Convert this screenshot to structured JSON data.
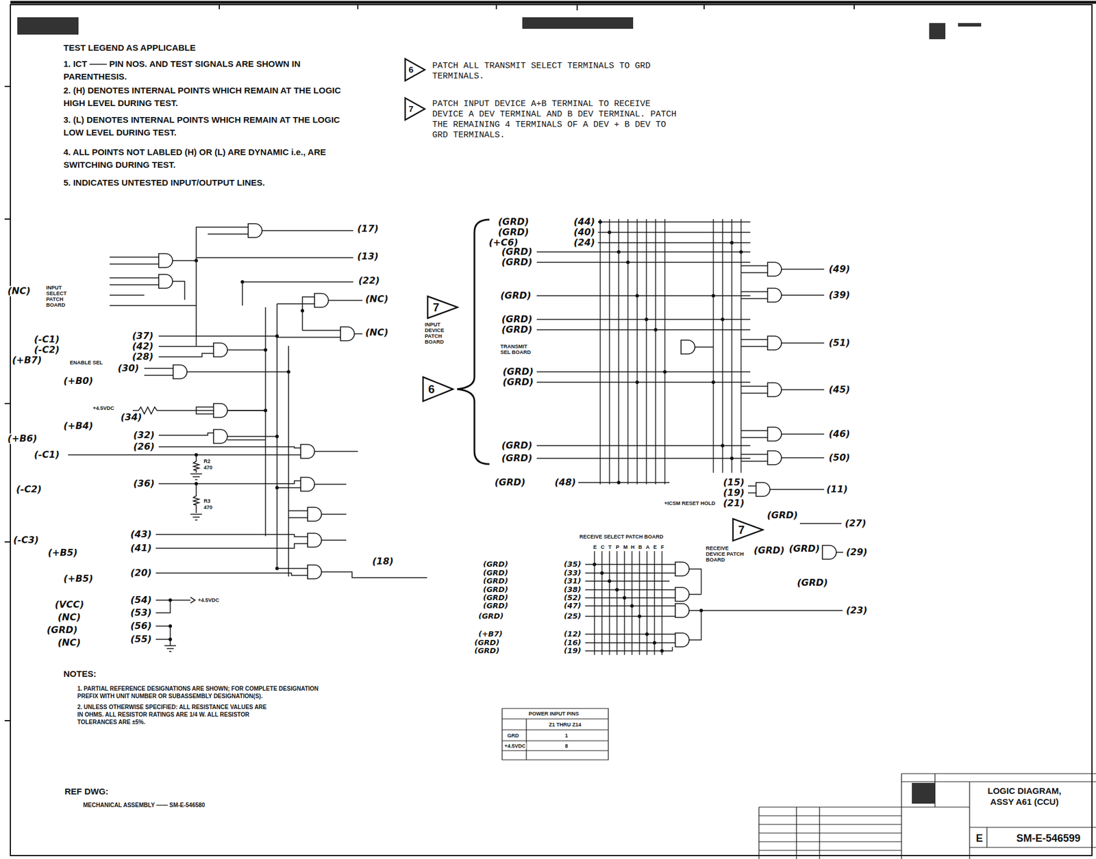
{
  "diagram": {
    "title": "LOGIC DIAGRAM, ASSY A61 (CCU)",
    "nodes": [
      {
        "text": [
          "6"
        ]
      },
      {
        "text": [
          "7"
        ]
      },
      {
        "text": [
          "7"
        ]
      },
      {
        "text": [
          "6"
        ]
      },
      {
        "text": [
          "7"
        ]
      }
    ],
    "labels": [
      "TEST LEGEND AS APPLICABLE",
      "1. ICT —— PIN NOS. AND TEST SIGNALS ARE SHOWN IN PARENTHESIS.",
      "2. (H) DENOTES INTERNAL POINTS WHICH REMAIN AT THE LOGIC HIGH LEVEL DURING TEST.",
      "3. (L) DENOTES INTERNAL POINTS WHICH REMAIN AT THE LOGIC LOW LEVEL DURING TEST.",
      "4. ALL POINTS NOT LABLED (H) OR (L) ARE DYNAMIC i.e., ARE SWITCHING DURING TEST.",
      "5. INDICATES UNTESTED INPUT/OUTPUT LINES.",
      "PATCH ALL TRANSMIT SELECT TERMINALS TO GRD TERMINALS.",
      "PATCH INPUT DEVICE A+B TERMINAL TO RECEIVE DEVICE A DEV TERMINAL AND B DEV TERMINAL. PATCH THE REMAINING 4 TERMINALS OF A DEV + B DEV TO GRD TERMINALS.",
      "(17)",
      "(13)",
      "(22)",
      "(NC)",
      "(NC)",
      "(NC)",
      "INPUT SELECT PATCH BOARD",
      "(-C1)",
      "(-C2)",
      "(+B7)",
      "(37)",
      "(42)",
      "(28)",
      "ENABLE SEL",
      "(30)",
      "(+B0)",
      "+4.5VDC",
      "(34)",
      "(+B4)",
      "(32)",
      "(+B6)",
      "(26)",
      "(-C1)",
      "(36)",
      "(-C2)",
      "(43)",
      "(-C3)",
      "(41)",
      "(+B5)",
      "(18)",
      "(20)",
      "(+B5)",
      "(54)",
      "(VCC)",
      "+4.5VDC",
      "(53)",
      "(NC)",
      "(56)",
      "(GRD)",
      "(55)",
      "(NC)",
      "R2",
      "470",
      "R3",
      "470",
      "INPUT DEVICE PATCH BOARD",
      "(GRD)",
      "(44)",
      "(GRD)",
      "(40)",
      "(+C6)",
      "(24)",
      "(GRD)",
      "(GRD)",
      "(GRD)",
      "(GRD)",
      "(GRD)",
      "TRANSMIT SEL BOARD",
      "(GRD)",
      "(GRD)",
      "(GRD)",
      "(GRD)",
      "(GRD)",
      "(48)",
      "(49)",
      "(39)",
      "(51)",
      "(45)",
      "(46)",
      "(50)",
      "(15)",
      "(19)",
      "(21)",
      "+ICSM RESET HOLD",
      "(11)",
      "RECEIVE DEVICE PATCH BOARD",
      "(GRD)",
      "(27)",
      "(GRD)",
      "(GRD)",
      "(29)",
      "(GRD)",
      "(23)",
      "RECEIVE SELECT PATCH BOARD",
      "E",
      "C",
      "T",
      "P",
      "M",
      "H",
      "B",
      "A",
      "E",
      "F",
      "(GRD)",
      "(35)",
      "(GRD)",
      "(33)",
      "(GRD)",
      "(31)",
      "(GRD)",
      "(38)",
      "(GRD)",
      "(52)",
      "(GRD)",
      "(47)",
      "(GRD)",
      "(25)",
      "(+B7)",
      "(12)",
      "(GRD)",
      "(16)",
      "(GRD)",
      "(19)",
      "NOTES:",
      "1. PARTIAL REFERENCE DESIGNATIONS ARE SHOWN; FOR COMPLETE DESIGNATION PREFIX WITH UNIT NUMBER OR SUBASSEMBLY DESIGNATION(S).",
      "2. UNLESS OTHERWISE SPECIFIED: ALL RESISTANCE VALUES ARE IN OHMS. ALL RESISTOR RATINGS ARE 1/4 W. ALL RESISTOR TOLERANCES ARE ±5%.",
      "REF DWG:",
      "MECHANICAL ASSEMBLY —— SM-E-546580",
      "POWER INPUT PINS",
      "Z1 THRU Z14",
      "GRD",
      "1",
      "+4.5VDC",
      "8",
      "E",
      "SM-E-546599"
    ]
  }
}
